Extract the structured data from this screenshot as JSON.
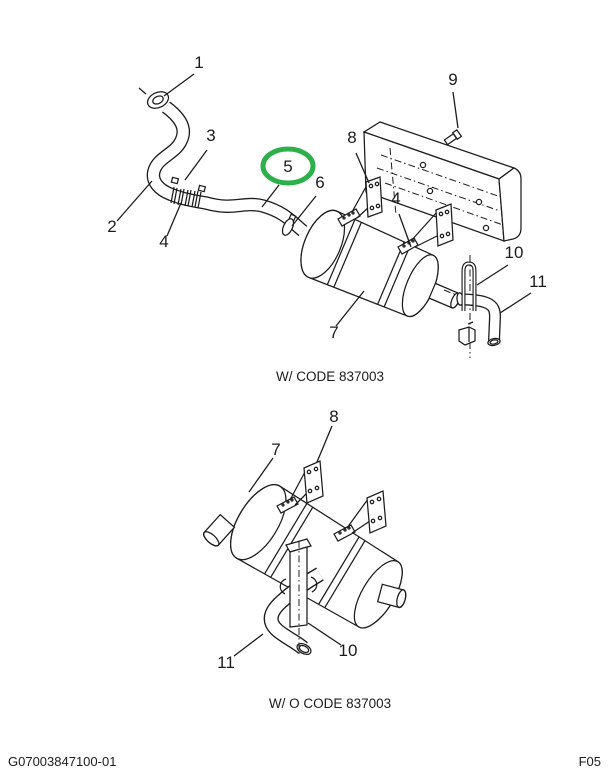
{
  "colors": {
    "highlight": "#2db04b",
    "ink": "#1c1c1c"
  },
  "top_view": {
    "caption": "W/ CODE 837003",
    "callouts": {
      "c1": "1",
      "c2": "2",
      "c3": "3",
      "c4a": "4",
      "c5": "5",
      "c6": "6",
      "c7": "7",
      "c8": "8",
      "c4b": "4",
      "c9": "9",
      "c10": "10",
      "c11": "11"
    },
    "highlighted_callout": "5"
  },
  "bottom_view": {
    "caption": "W/ O CODE 837003",
    "callouts": {
      "c7": "7",
      "c8": "8",
      "c10": "10",
      "c11": "11"
    }
  },
  "footer": {
    "doc_id": "G07003847100-01",
    "page_code": "F05"
  }
}
